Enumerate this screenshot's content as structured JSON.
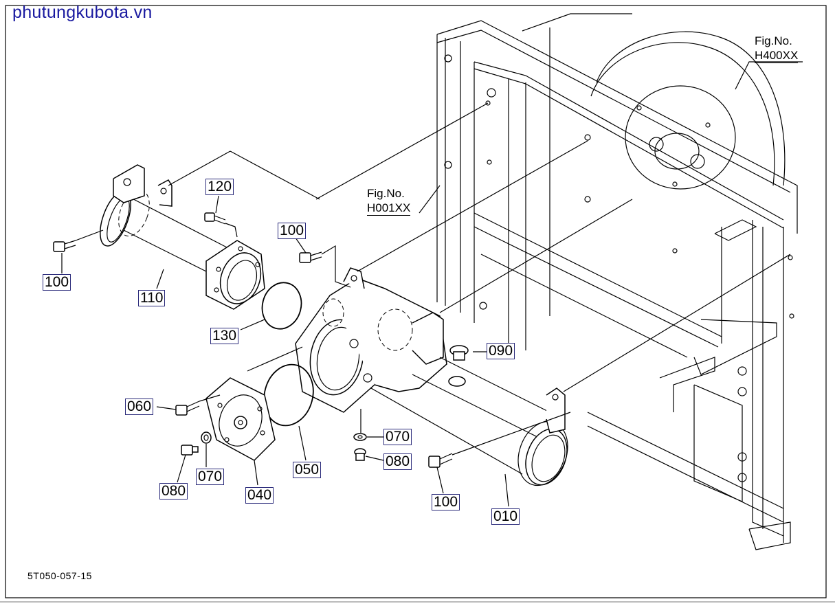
{
  "watermark": "phutungkubota.vn",
  "drawing_code": "5T050-057-15",
  "figure_refs": [
    {
      "line1": "Fig.No.",
      "line2": "H400XX"
    },
    {
      "line1": "Fig.No.",
      "line2": "H001XX"
    }
  ],
  "parts": [
    {
      "label": "120"
    },
    {
      "label": "100"
    },
    {
      "label": "100"
    },
    {
      "label": "110"
    },
    {
      "label": "130"
    },
    {
      "label": "090"
    },
    {
      "label": "060"
    },
    {
      "label": "070"
    },
    {
      "label": "080"
    },
    {
      "label": "080"
    },
    {
      "label": "070"
    },
    {
      "label": "040"
    },
    {
      "label": "050"
    },
    {
      "label": "100"
    },
    {
      "label": "010"
    }
  ]
}
